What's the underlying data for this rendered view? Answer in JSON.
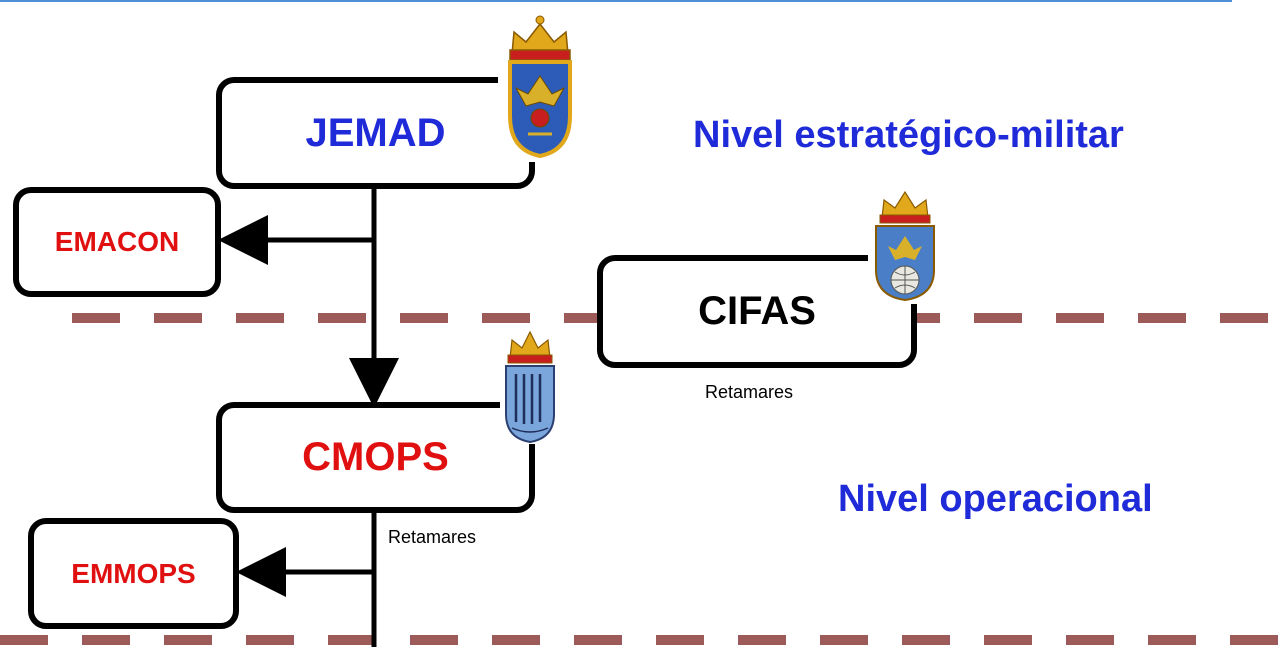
{
  "diagram": {
    "nodes": {
      "jemad": {
        "label": "JEMAD",
        "color": "#1f2ad9"
      },
      "emacon": {
        "label": "EMACON",
        "color": "#e11010"
      },
      "cifas": {
        "label": "CIFAS",
        "color": "#000000",
        "location": "Retamares"
      },
      "cmops": {
        "label": "CMOPS",
        "color": "#e11010",
        "location": "Retamares"
      },
      "emmops": {
        "label": "EMMOPS",
        "color": "#e11010"
      }
    },
    "levels": {
      "strategic": "Nivel estratégico-militar",
      "operational": "Nivel operacional"
    },
    "edges": [
      {
        "from": "JEMAD",
        "to": "EMACON"
      },
      {
        "from": "JEMAD",
        "to": "CMOPS"
      },
      {
        "from": "CMOPS",
        "to": "EMMOPS"
      }
    ],
    "colors": {
      "level_text": "#1f2ad9",
      "dashed_divider": "#9c5a59",
      "top_rule": "#4f8fd6"
    },
    "emblems": [
      "jemad-crest-icon",
      "cifas-crest-icon",
      "cmops-crest-icon"
    ]
  }
}
